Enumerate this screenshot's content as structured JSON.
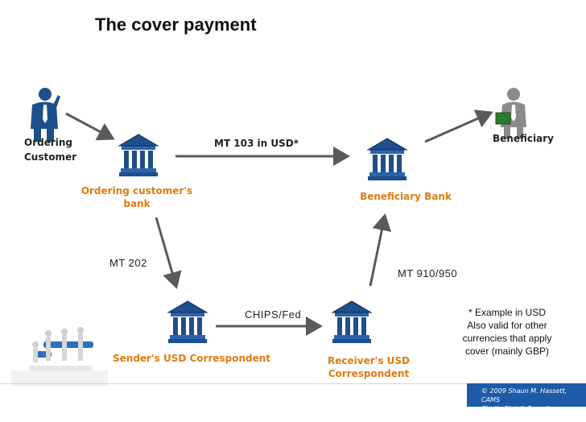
{
  "title": "The cover payment",
  "nodes": {
    "ordering_customer": "Ordering\nCustomer",
    "beneficiary": "Beneficiary",
    "ordering_bank": "Ordering customer's\nbank",
    "beneficiary_bank": "Beneficiary Bank",
    "sender_corr": "Sender's USD Correspondent",
    "receiver_corr": "Receiver's USD\nCorrespondent"
  },
  "messages": {
    "mt103": "MT 103 in USD*",
    "mt202": "MT 202",
    "mt910": "MT 910/950",
    "chips": "CHIPS/Fed"
  },
  "note": "* Example in USD\nAlso valid for other\ncurrencies that apply\ncover (mainly GBP)",
  "copyright": {
    "line1": "© 2009 Shaun M. Hassett, CAMS",
    "line2": "Clarity Risk & Compliance Advisors"
  },
  "colors": {
    "bank_blue": "#1f4e8c",
    "accent_orange": "#e07b10",
    "arrow_gray": "#5a5a5a"
  }
}
